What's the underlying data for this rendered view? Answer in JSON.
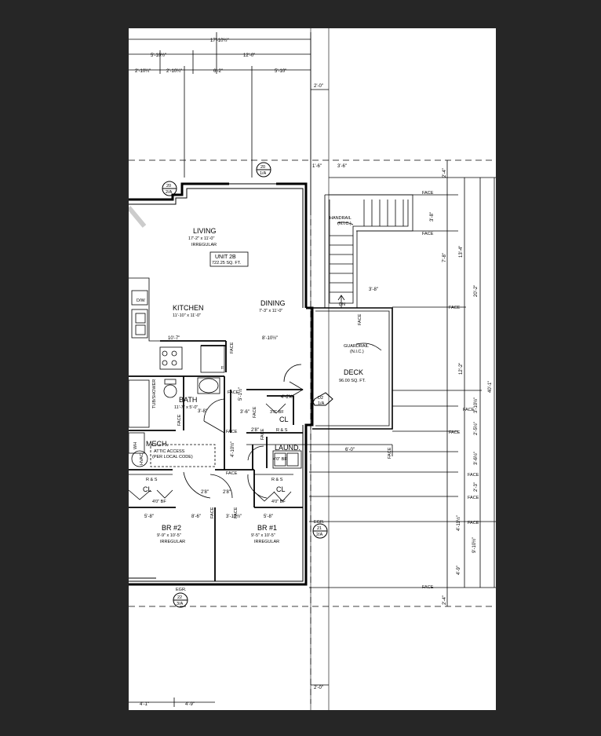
{
  "dims": {
    "top_overall": "17'-10½\"",
    "top_left": "5'-10½\"",
    "top_right": "12'-0\"",
    "row2_a": "2'-10¼\"",
    "row2_b": "2'-10¼\"",
    "row2_c": "6'-2\"",
    "row2_d": "5'-10\"",
    "col_top": "2'-0\"",
    "col_bottom": "2'-0\"",
    "deck_top_a": "1'-6\"",
    "deck_top_b": "3'-6\"",
    "right_a": "2'-4\"",
    "right_b": "3'-8\"",
    "right_c": "7'-8\"",
    "right_d": "13'-4\"",
    "right_e": "20'-2\"",
    "right_f": "12'-2\"",
    "right_g": "40'-1\"",
    "right_h": "3'-10½\"",
    "right_i": "2'-5½\"",
    "right_j": "3'-6½\"",
    "right_k": "2'-3\"",
    "right_l": "4'-11½\"",
    "right_m": "9'-10½\"",
    "right_n": "4'-9\"",
    "right_o": "2'-4\"",
    "stair_run": "3'-8\"",
    "kitchen_w": "10'-7\"",
    "dining_w": "8'-10½\"",
    "bath_a": "4'-2½\"",
    "bath_b": "5'-1½\"",
    "bath_c": "3'-6\"",
    "bath_d": "3'-8\"",
    "mid_a": "4'-10½\"",
    "mid_b": "2'8\"",
    "laund_w": "6'-0\"",
    "br_a": "5'-8\"",
    "br_b": "8'-6\"",
    "br_c": "3'-10½\"",
    "br_d": "5'-8\"",
    "door_a": "2'8\"",
    "door_b": "2'8\"",
    "cl_depth": "4'0\" BF",
    "cl_depth2": "4'0\" BF",
    "cl_depth3": "4'0\" BF",
    "cl_depth4": "3'0\" BF",
    "bottom_a": "4'-1\"",
    "bottom_b": "4'-9\""
  },
  "rooms": {
    "living": "LIVING",
    "living_size": "17'-2\" x 11'-0\"",
    "living_note": "IRREGULAR",
    "unit_label": "UNIT 2B",
    "unit_area": "722.25 SQ. FT.",
    "kitchen": "KITCHEN",
    "kitchen_size": "11'-10\" x 11'-0\"",
    "dining": "DINING",
    "dining_size": "7'-3\" x 11'-0\"",
    "bath": "BATH",
    "bath_size": "11'-7\" x 5'-0\"",
    "mech": "MECH.",
    "attic": "ATTIC ACCESS",
    "attic_note": "(PER LOCAL CODE)",
    "deck": "DECK",
    "deck_area": "96.00 SQ. FT.",
    "handrail": "HANDRAIL",
    "handrail_nic": "(N.I.C.)",
    "guardrail": "GUARDRAIL",
    "guardrail_nic": "(N.I.C.)",
    "cl_a": "CL",
    "cl_b": "CL",
    "cl_c": "CL",
    "laund": "LAUND.",
    "br2": "BR #2",
    "br2_size": "9'-9\" x 10'-5\"",
    "br2_note": "IRREGULAR",
    "br1": "BR #1",
    "br1_size": "9'-5\" x 10'-5\"",
    "br1_note": "IRREGULAR",
    "dn": "DN",
    "dw": "D/W",
    "tub": "TUB/SHOWER",
    "wh": "WH",
    "hvac": "HVAC",
    "rs1": "R & S",
    "rs2": "R & S",
    "rs3": "R & S",
    "egr1": "EGR.",
    "egr2": "EGR.",
    "f": "F"
  },
  "tags": {
    "t1_top": "20",
    "t1_bot": "1/A",
    "t2_top": "20",
    "t2_bot": "2/A",
    "t3_top": "21",
    "t3_bot": "2/A",
    "t4_top": "22",
    "t4_bot": "3/A",
    "deck_tag_top": "D2",
    "deck_tag_bot": "1/A"
  },
  "face": {
    "f1": "FACE",
    "f2": "FACE",
    "f3": "FACE",
    "f4": "FACE",
    "f5": "FACE",
    "f6": "FACE",
    "f7": "FACE",
    "f8": "FACE",
    "f9": "FACE",
    "f10": "FACE",
    "f11": "FACE",
    "f12": "FACE",
    "f13": "FACE",
    "f14": "FACE",
    "f15": "FACE",
    "f16": "FACE",
    "f17": "FACE",
    "f18": "FACE",
    "f19": "FACE",
    "f20": "FACE"
  }
}
